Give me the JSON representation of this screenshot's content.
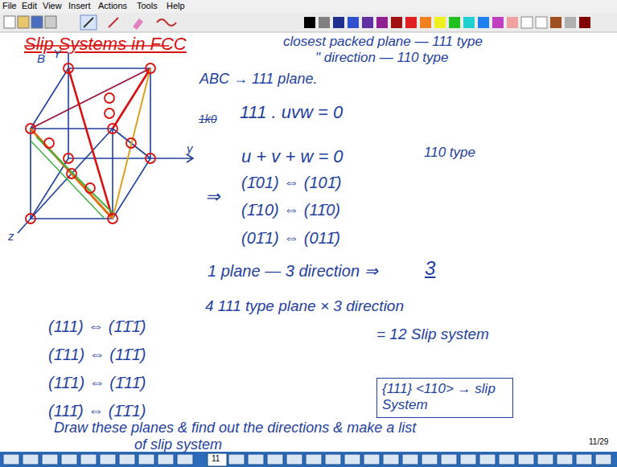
{
  "diagram": {
    "title": "Slip Systems in FCC",
    "nodes": [
      {
        "text": [
          "{111} <110> → slip System"
        ]
      }
    ],
    "labels": [
      "File",
      "Edit",
      "View",
      "Insert",
      "Actions",
      "Tools",
      "Help",
      "closest packed plane — 111 type",
      "\" direction — 110 type",
      "ABC → 111 plane.",
      "1k0",
      "111 . uvw = 0",
      "u + v + w = 0",
      "110 type",
      "⇒",
      "(1̄01) ⇔ (101̄)",
      "(1̄10) ⇔ (11̄0)",
      "(01̄1) ⇔ (011̄)",
      "1 plane — 3 direction ⇒",
      "3",
      "4 111 type plane × 3 direction",
      "= 12 Slip system",
      "(111) ⇔ (1̄1̄1̄)",
      "(1̄11) ⇔ (11̄1̄)",
      "(11̄1) ⇔ (1̄11̄)",
      "(111̄) ⇔ (1̄1̄1)",
      "Draw these planes & find out the directions & make a list of slip system",
      "B",
      "Y",
      "y",
      "z",
      "11/29",
      "11"
    ]
  }
}
